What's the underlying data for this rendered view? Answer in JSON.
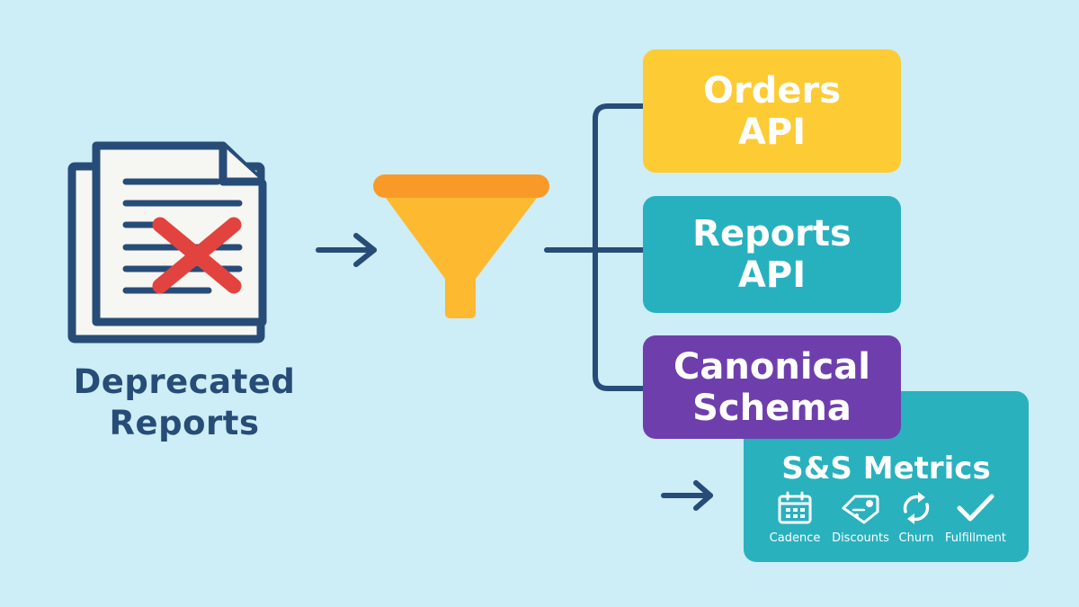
{
  "colors": {
    "background": "#cdedf7",
    "navy": "#274c77",
    "red_x": "#e2433f",
    "funnel_rim": "#f99a28",
    "funnel_body": "#fdb92f",
    "orders": "#fdcb33",
    "reports": "#27b1bf",
    "canonical": "#6e3fac",
    "metrics": "#29b1be"
  },
  "source": {
    "icon": "deprecated-document-icon",
    "label_line1": "Deprecated",
    "label_line2": "Reports"
  },
  "filter": {
    "icon": "funnel-icon"
  },
  "targets": [
    {
      "line1": "Orders",
      "line2": "API"
    },
    {
      "line1": "Reports",
      "line2": "API"
    },
    {
      "line1": "Canonical",
      "line2": "Schema"
    }
  ],
  "metrics": {
    "title": "S&S Metrics",
    "items": [
      {
        "icon": "calendar-icon",
        "label": "Cadence"
      },
      {
        "icon": "tag-icon",
        "label": "Discounts"
      },
      {
        "icon": "refresh-icon",
        "label": "Churn"
      },
      {
        "icon": "check-icon",
        "label": "Fulfillment"
      }
    ]
  }
}
